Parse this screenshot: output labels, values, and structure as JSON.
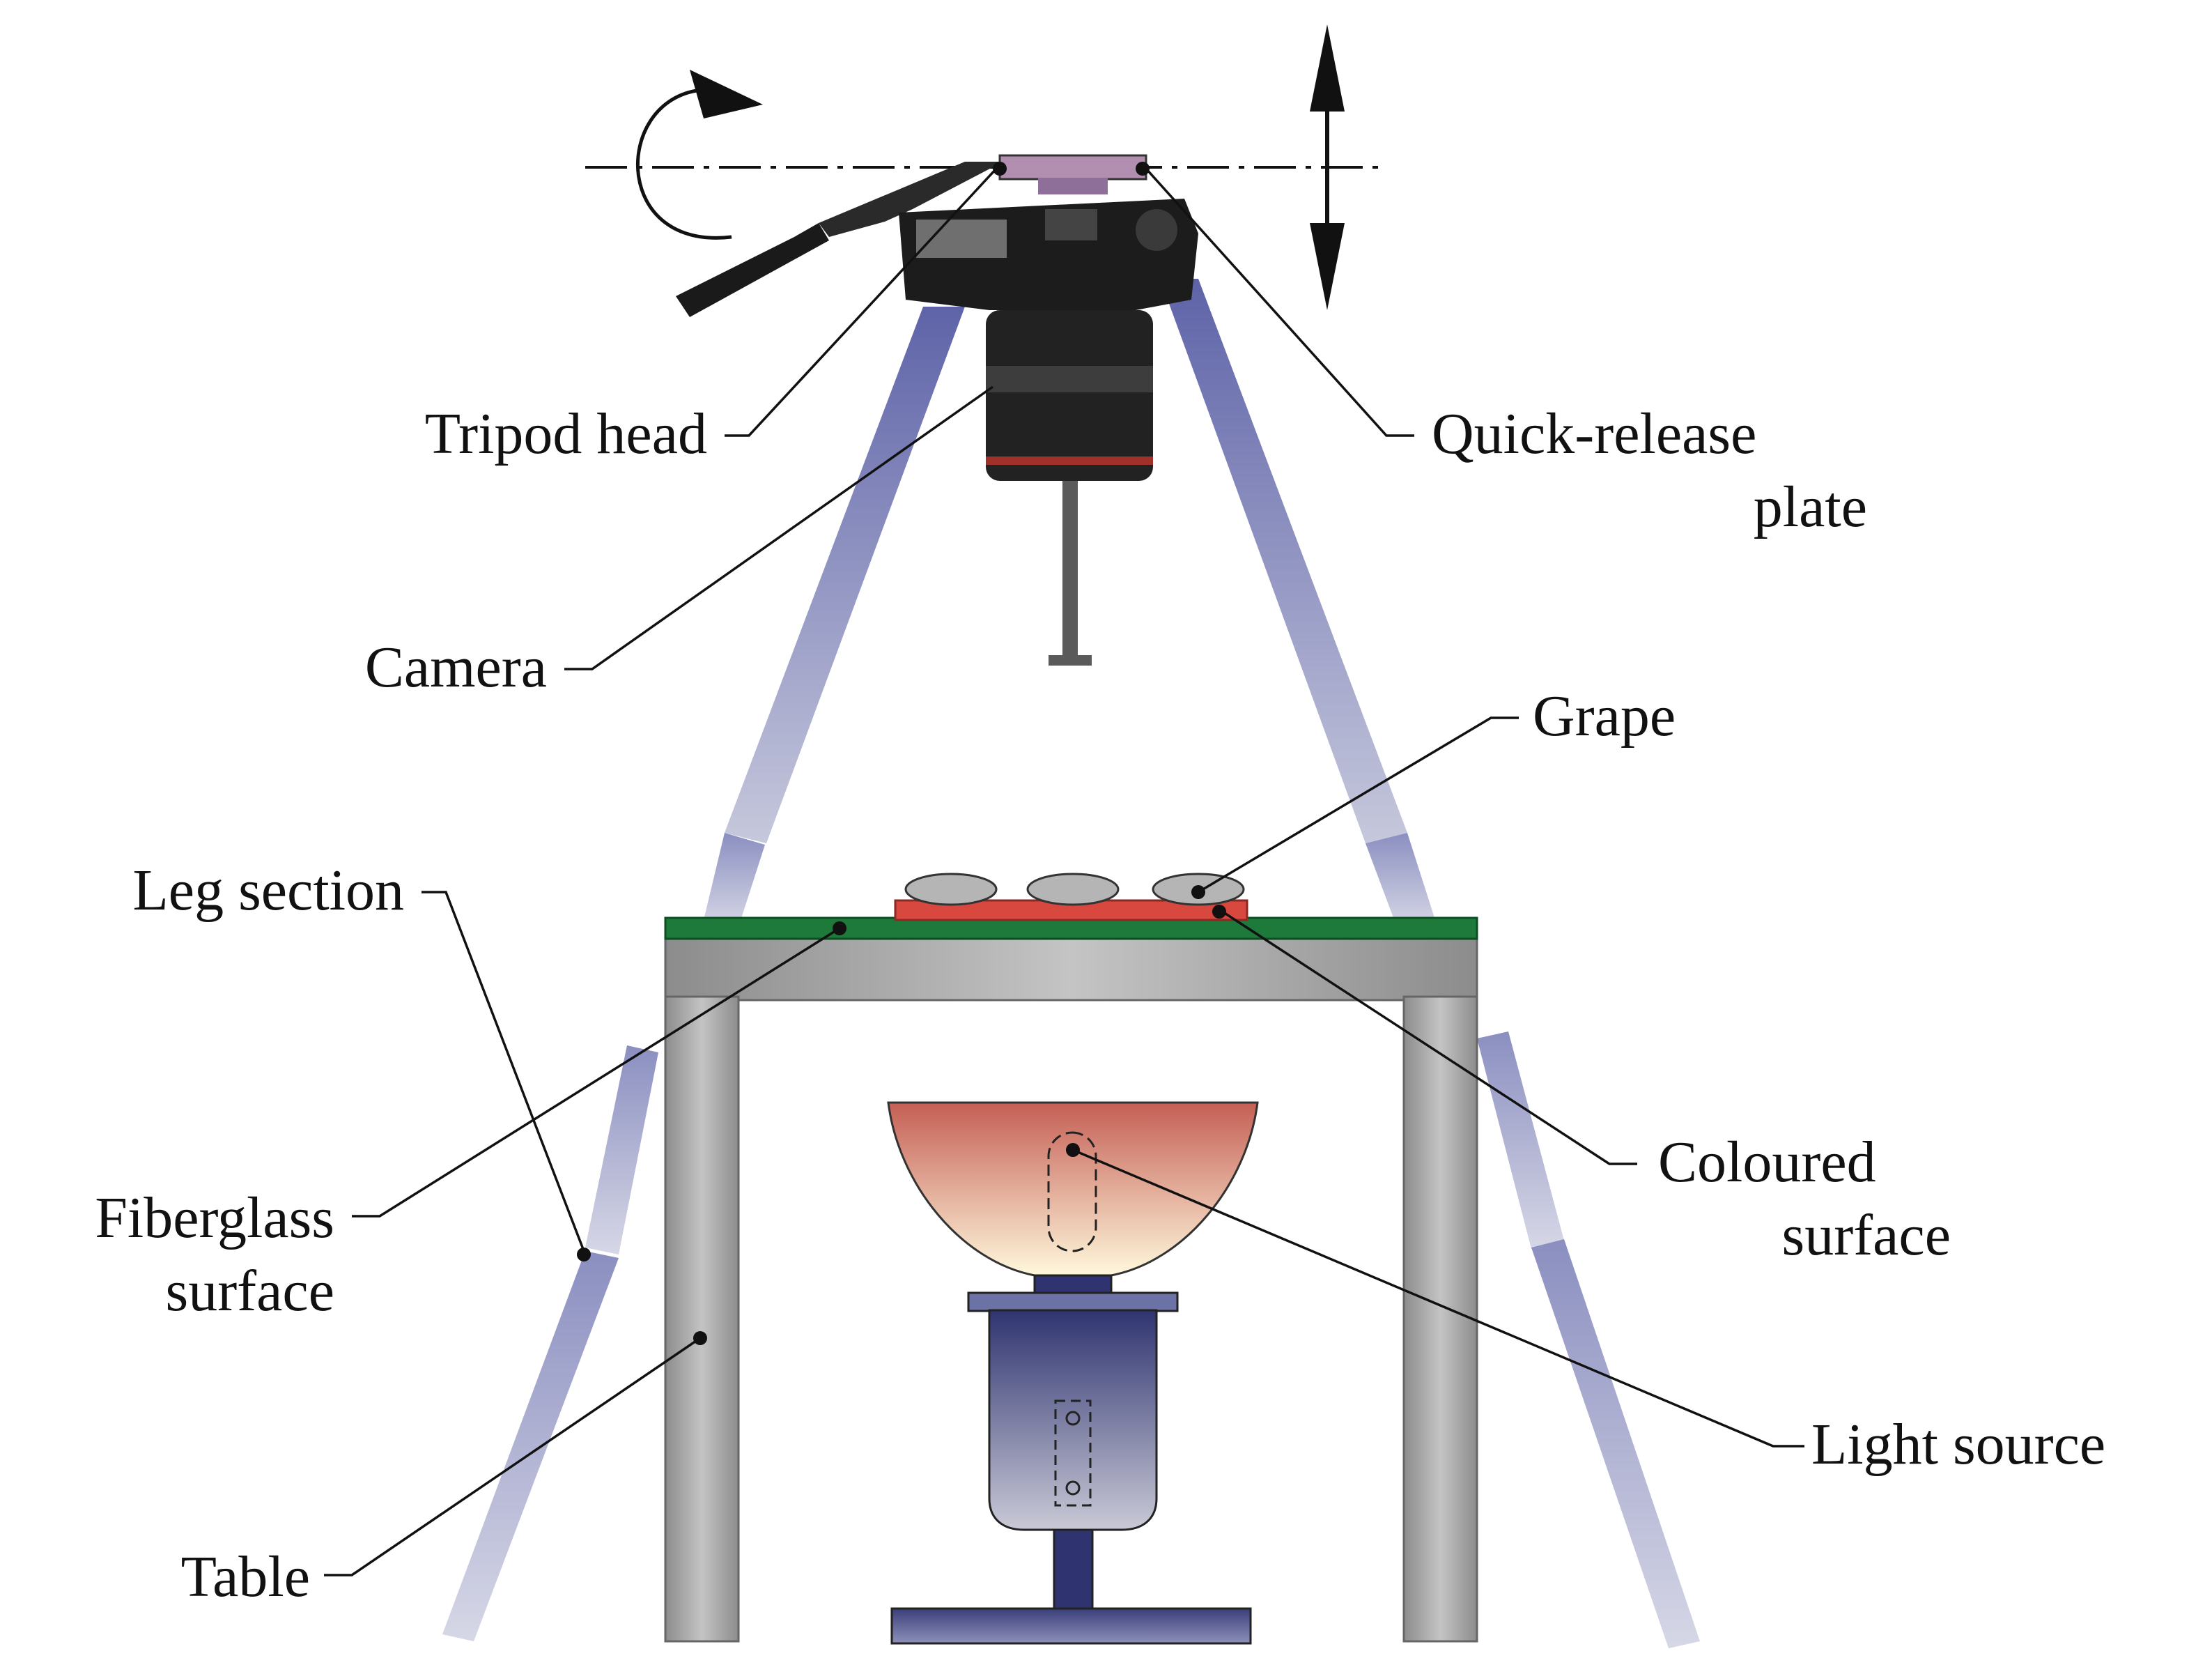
{
  "labels": {
    "tripod_head": "Tripod head",
    "camera": "Camera",
    "leg_section": "Leg section",
    "fiberglass_surface": [
      "Fiberglass",
      "surface"
    ],
    "table": "Table",
    "quick_release_plate": [
      "Quick-release",
      "plate"
    ],
    "grape": "Grape",
    "coloured_surface": [
      "Coloured",
      "surface"
    ],
    "light_source": "Light source"
  },
  "colors": {
    "tripod_leg": "#7f85b8",
    "table": "#9c9c9c",
    "fiberglass": "#1e7a3a",
    "coloured_surface": "#d8483e",
    "grape": "#b5b5b5",
    "lamp_shade_top": "#c8645a",
    "lamp_shade_bottom": "#fff6d9",
    "lamp_body": "#3a3f7a",
    "camera_body": "#1c1c1c",
    "plate": "#b28fb0"
  },
  "icons": [
    "rotation-arrow-icon",
    "vertical-double-arrow-icon"
  ]
}
